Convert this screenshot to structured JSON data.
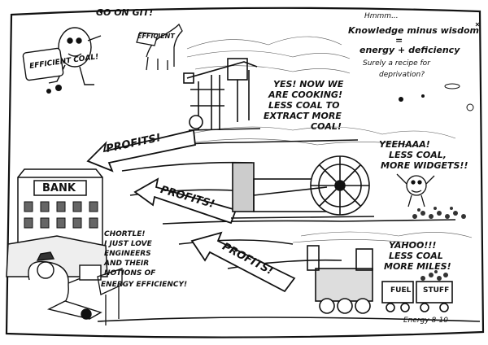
{
  "cartoon": {
    "go_on_git": "GO ON GIT!",
    "coal_sign": "EFFICIENT COAL!",
    "efficient_flag": "EFFICIENT",
    "musing": {
      "line1": "Hmmm...",
      "line2": "Knowledge minus wisdom",
      "line2b": "=",
      "line3": "energy + deficiency",
      "line4": "Surely a recipe for",
      "line5": "deprivation?"
    },
    "cooking": {
      "line1": "YES! NOW WE",
      "line2": "ARE COOKING!",
      "line3": "LESS COAL TO",
      "line4": "EXTRACT MORE",
      "line5": "COAL!"
    },
    "widgets": {
      "line1": "YEEHAAA!",
      "line2": "LESS COAL,",
      "line3": "MORE WIDGETS!!"
    },
    "miles": {
      "line1": "YAHOO!!!",
      "line2": "LESS COAL",
      "line3": "MORE MILES!"
    },
    "banker": {
      "line1": "CHORTLE!",
      "line2": "I JUST LOVE",
      "line3": "ENGINEERS",
      "line4": "AND THEIR",
      "line5": "NOTIONS OF",
      "line6": "ENERGY EFFICIENCY!"
    },
    "bank_sign": "BANK",
    "profits_1": "PROFITS!",
    "profits_2": "PROFITS!",
    "profits_3": "PROFITS!",
    "fuel_label": "FUEL",
    "stuff_label": "STUFF",
    "signature": "Energy 8-10"
  }
}
